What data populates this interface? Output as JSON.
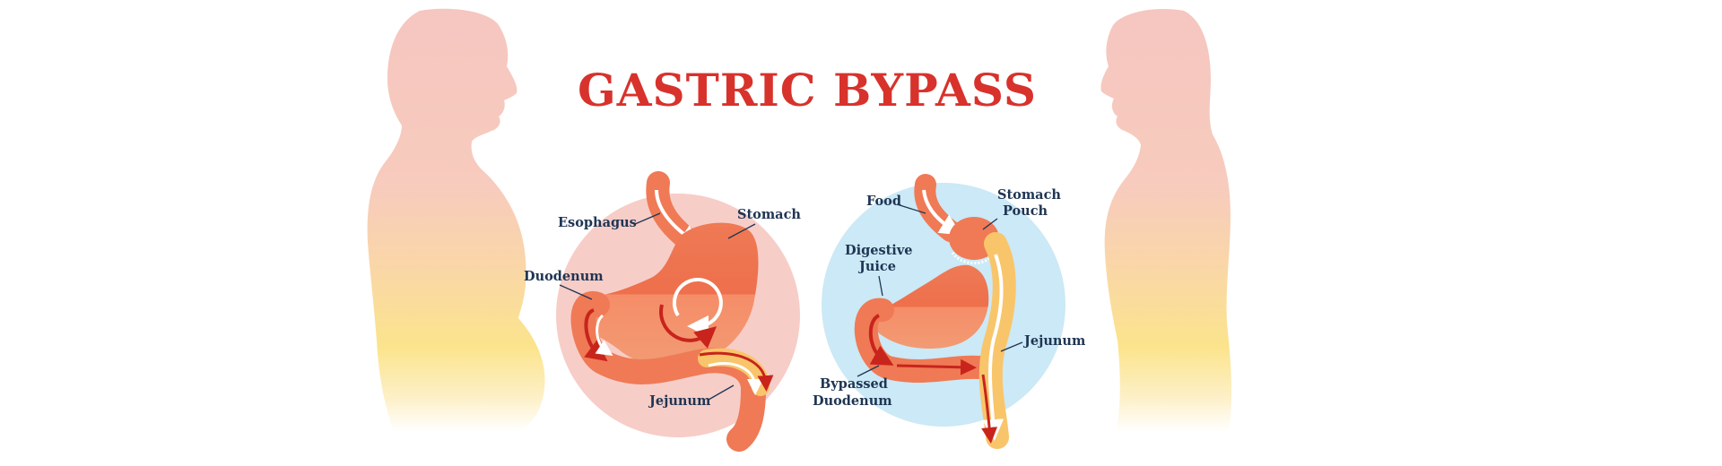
{
  "title": "GASTRIC BYPASS",
  "colors": {
    "title": "#d8322c",
    "label": "#1f3553",
    "silhouette_top": "#f6c6c0",
    "silhouette_bottom": "#fbe48c",
    "circle_before": "#f7cdc8",
    "circle_after": "#cbe9f6",
    "organ": "#ef7a55",
    "organ_dark": "#e5573d",
    "intestine_light": "#f9c56a",
    "arrow": "#ffffff",
    "arrow_red": "#c8241c"
  },
  "before": {
    "labels": {
      "esophagus": "Esophagus",
      "stomach": "Stomach",
      "duodenum": "Duodenum",
      "jejunum": "Jejunum"
    }
  },
  "after": {
    "labels": {
      "food": "Food",
      "stomach_pouch_1": "Stomach",
      "stomach_pouch_2": "Pouch",
      "digestive_juice_1": "Digestive",
      "digestive_juice_2": "Juice",
      "jejunum": "Jejunum",
      "bypassed_duodenum_1": "Bypassed",
      "bypassed_duodenum_2": "Duodenum"
    }
  },
  "icons": {
    "left_figure": "person-silhouette-heavy-icon",
    "right_figure": "person-silhouette-slim-icon"
  }
}
